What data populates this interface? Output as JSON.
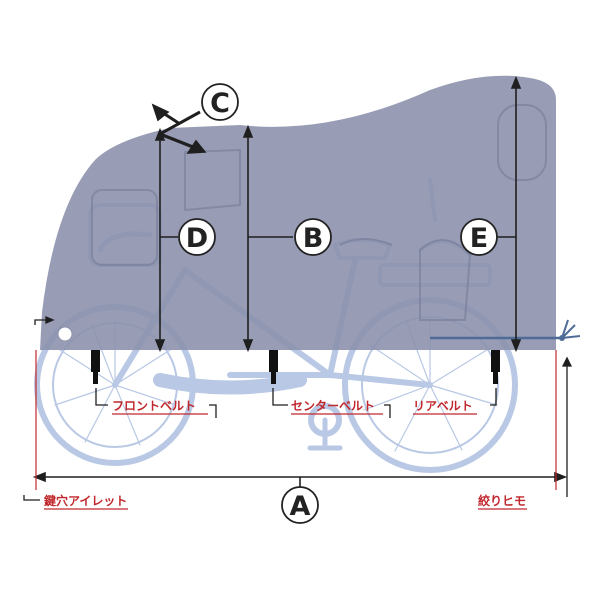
{
  "dimensions": {
    "A": "A",
    "B": "B",
    "C": "C",
    "D": "D",
    "E": "E"
  },
  "labels": {
    "front_belt": "フロントベルト",
    "center_belt": "センターベルト",
    "rear_belt": "リアベルト",
    "key_eyelet": "鍵穴アイレット",
    "drawstring": "絞りヒモ"
  },
  "colors": {
    "cover": "#8a90ab",
    "bicycle": "#b9c8e4",
    "dimension_line": "#1f1f1f",
    "label_red": "#c0282d",
    "guide_red": "#c0282d"
  }
}
